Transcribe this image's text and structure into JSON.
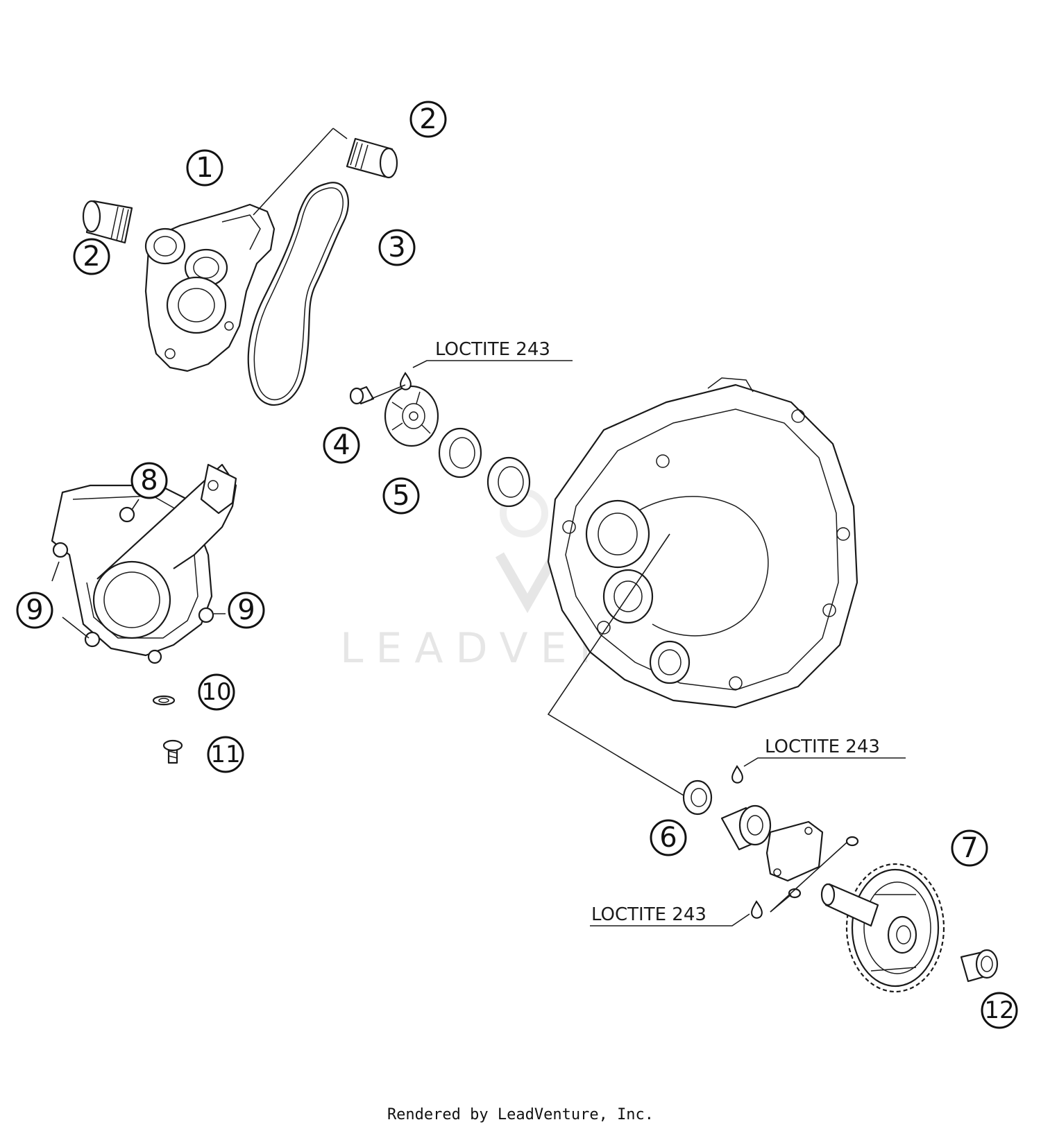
{
  "callouts": [
    {
      "id": "1",
      "label": "1"
    },
    {
      "id": "2a",
      "label": "2"
    },
    {
      "id": "2b",
      "label": "2"
    },
    {
      "id": "3",
      "label": "3"
    },
    {
      "id": "4",
      "label": "4"
    },
    {
      "id": "5",
      "label": "5"
    },
    {
      "id": "6",
      "label": "6"
    },
    {
      "id": "7",
      "label": "7"
    },
    {
      "id": "8",
      "label": "8"
    },
    {
      "id": "9a",
      "label": "9"
    },
    {
      "id": "9b",
      "label": "9"
    },
    {
      "id": "10",
      "label": "10"
    },
    {
      "id": "11",
      "label": "11"
    },
    {
      "id": "12",
      "label": "12"
    }
  ],
  "notes": {
    "loctite_1": "LOCTITE 243",
    "loctite_2": "LOCTITE 243",
    "loctite_3": "LOCTITE 243"
  },
  "watermark": "LEADVENTURE",
  "footer": "Rendered by LeadVenture, Inc."
}
